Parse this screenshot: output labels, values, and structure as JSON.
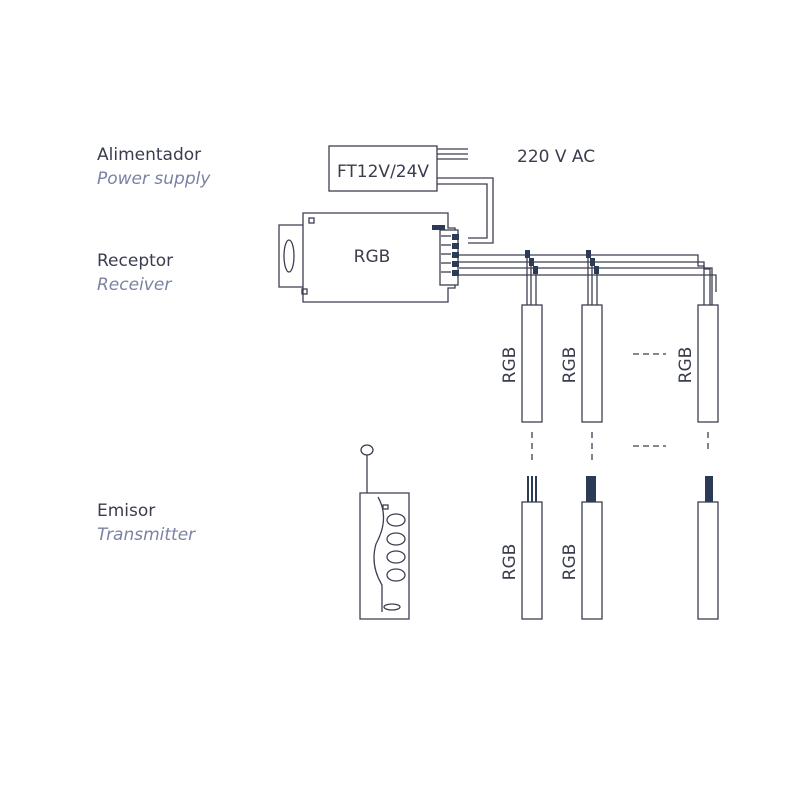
{
  "labels": {
    "power_supply_es": "Alimentador",
    "power_supply_en": "Power supply",
    "receiver_es": "Receptor",
    "receiver_en": "Receiver",
    "transmitter_es": "Emisor",
    "transmitter_en": "Transmitter"
  },
  "power_supply": {
    "model": "FT12V/24V",
    "input": "220 V AC"
  },
  "receiver": {
    "label": "RGB"
  },
  "strip_label": "RGB",
  "colors": {
    "line": "#3c3f52",
    "text": "#3a3d4e",
    "italic": "#7b82a3",
    "connector": "#2b3a55"
  }
}
